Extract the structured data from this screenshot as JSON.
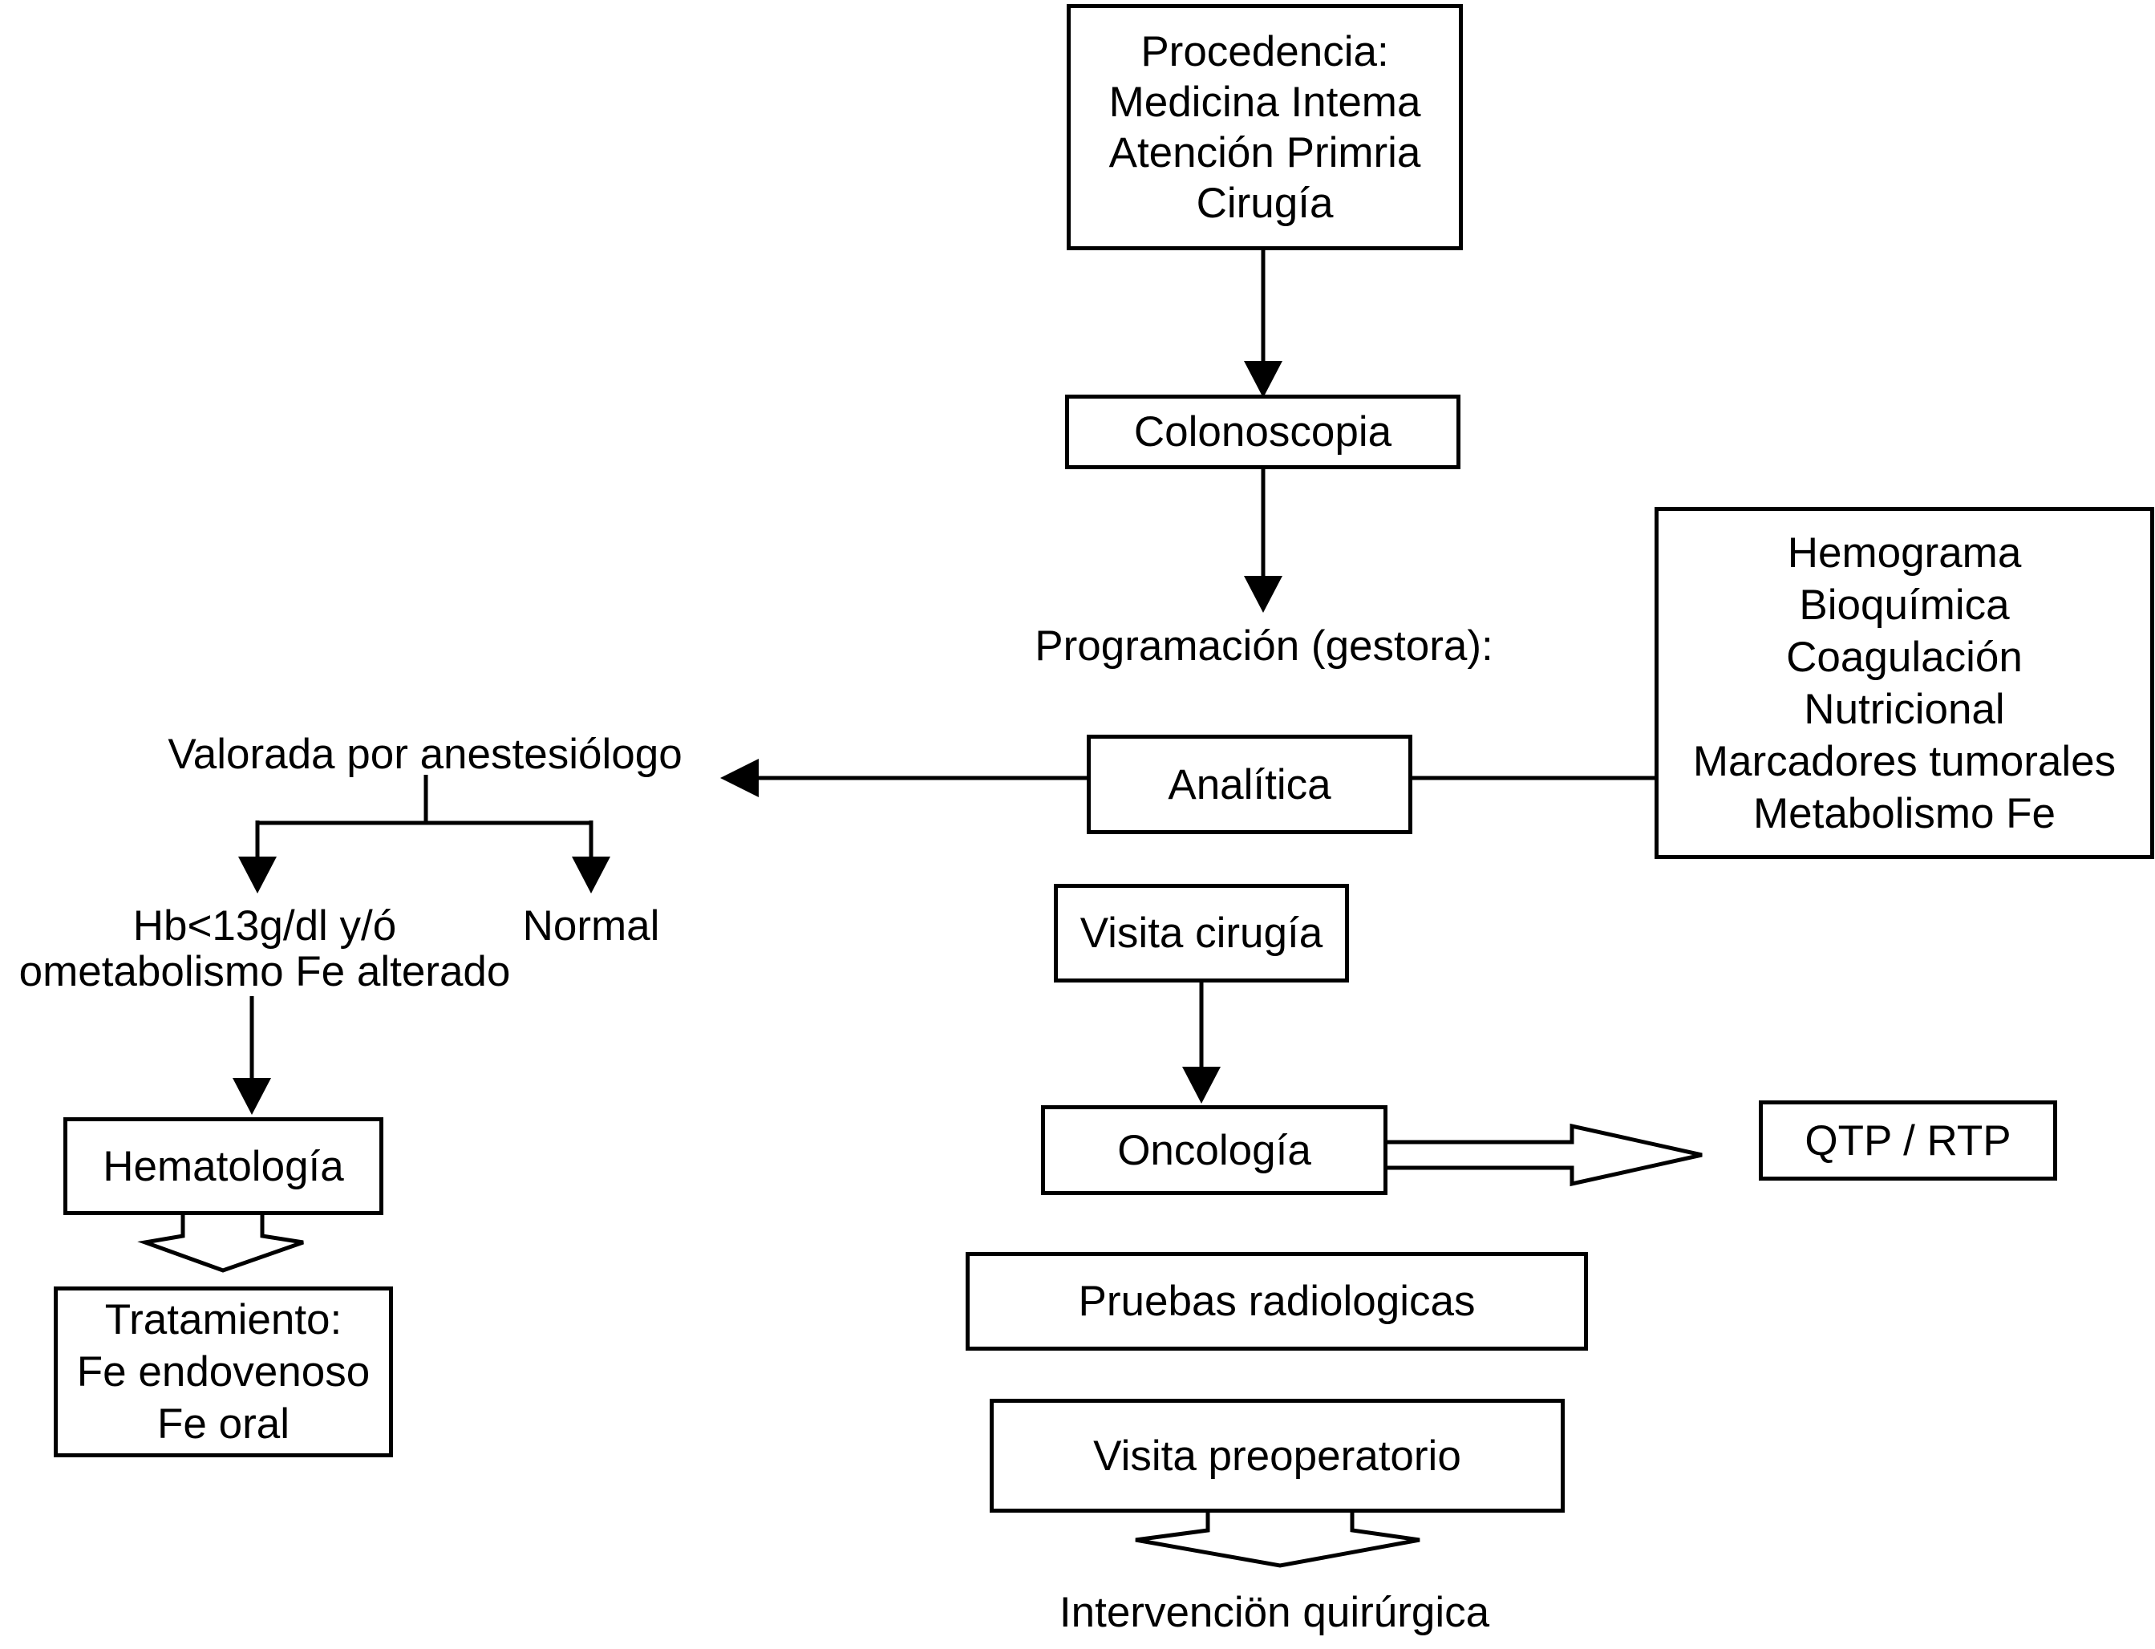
{
  "colors": {
    "ink": "#000000",
    "paper": "#ffffff",
    "box_fill": "#ffffff"
  },
  "nodes": {
    "procedencia": {
      "lines": [
        "Procedencia:",
        "Medicina Intema",
        "Atención Primria",
        "Cirugía"
      ]
    },
    "colonoscopia": {
      "label": "Colonoscopia"
    },
    "programacion": {
      "label": "Programación (gestora):"
    },
    "analitica": {
      "label": "Analítica"
    },
    "labs": {
      "lines": [
        "Hemograma",
        "Bioquímica",
        "Coagulación",
        "Nutricional",
        "Marcadores tumorales",
        "Metabolismo Fe"
      ]
    },
    "valorada": {
      "label": "Valorada por anestesiólogo"
    },
    "hb_alterado": {
      "lines": [
        "Hb<13g/dl y/ó",
        "ometabolismo Fe alterado"
      ]
    },
    "normal": {
      "label": "Normal"
    },
    "hematologia": {
      "label": "Hematología"
    },
    "tratamiento": {
      "lines": [
        "Tratamiento:",
        "Fe endovenoso",
        "Fe oral"
      ]
    },
    "visita_cirugia": {
      "label": "Visita cirugía"
    },
    "oncologia": {
      "label": "Oncología"
    },
    "qtp_rtp": {
      "label": "QTP / RTP"
    },
    "pruebas_radiologicas": {
      "label": "Pruebas radiologicas"
    },
    "visita_preoperatorio": {
      "label": "Visita preoperatorio"
    },
    "intervencion": {
      "label": "Intervenciön quirúrgica"
    }
  }
}
